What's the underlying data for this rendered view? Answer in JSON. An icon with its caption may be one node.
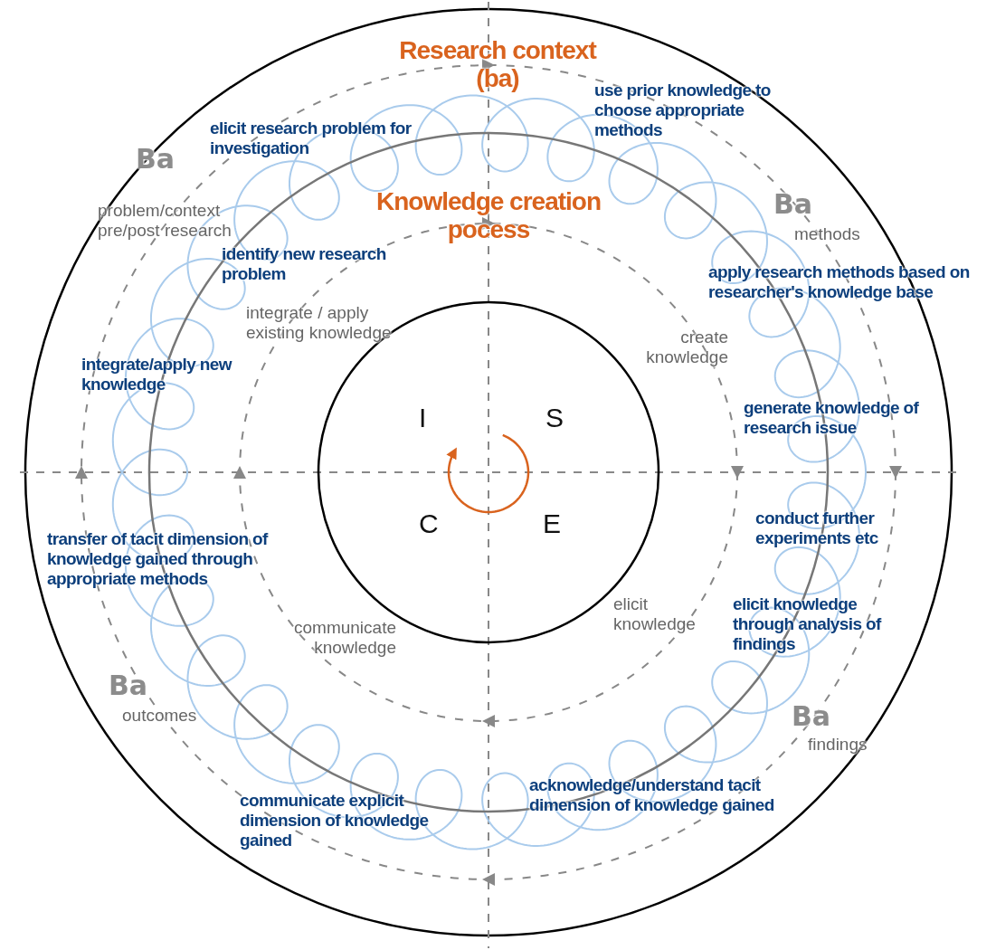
{
  "diagram": {
    "labels": [
      "Research context (ba)",
      "elicit research problem for investigation",
      "use prior knowledge to choose appropriate methods",
      "Ba",
      "problem/context pre/post research",
      "Knowledge creation pocess",
      "Ba",
      "methods",
      "identify new research problem",
      "apply research methods based on researcher's knowledge base",
      "integrate / apply existing knowledge",
      "create knowledge",
      "integrate/apply new knowledge",
      "generate knowledge of research issue",
      "I",
      "S",
      "conduct further experiments etc",
      "transfer of tacit dimension of knowledge gained through appropriate methods",
      "C",
      "E",
      "elicit knowledge",
      "elicit knowledge through analysis of findings",
      "communicate knowledge",
      "Ba",
      "outcomes",
      "Ba",
      "findings",
      "acknowledge/understand tacit dimension of knowledge gained",
      "communicate explicit dimension of knowledge gained"
    ]
  }
}
